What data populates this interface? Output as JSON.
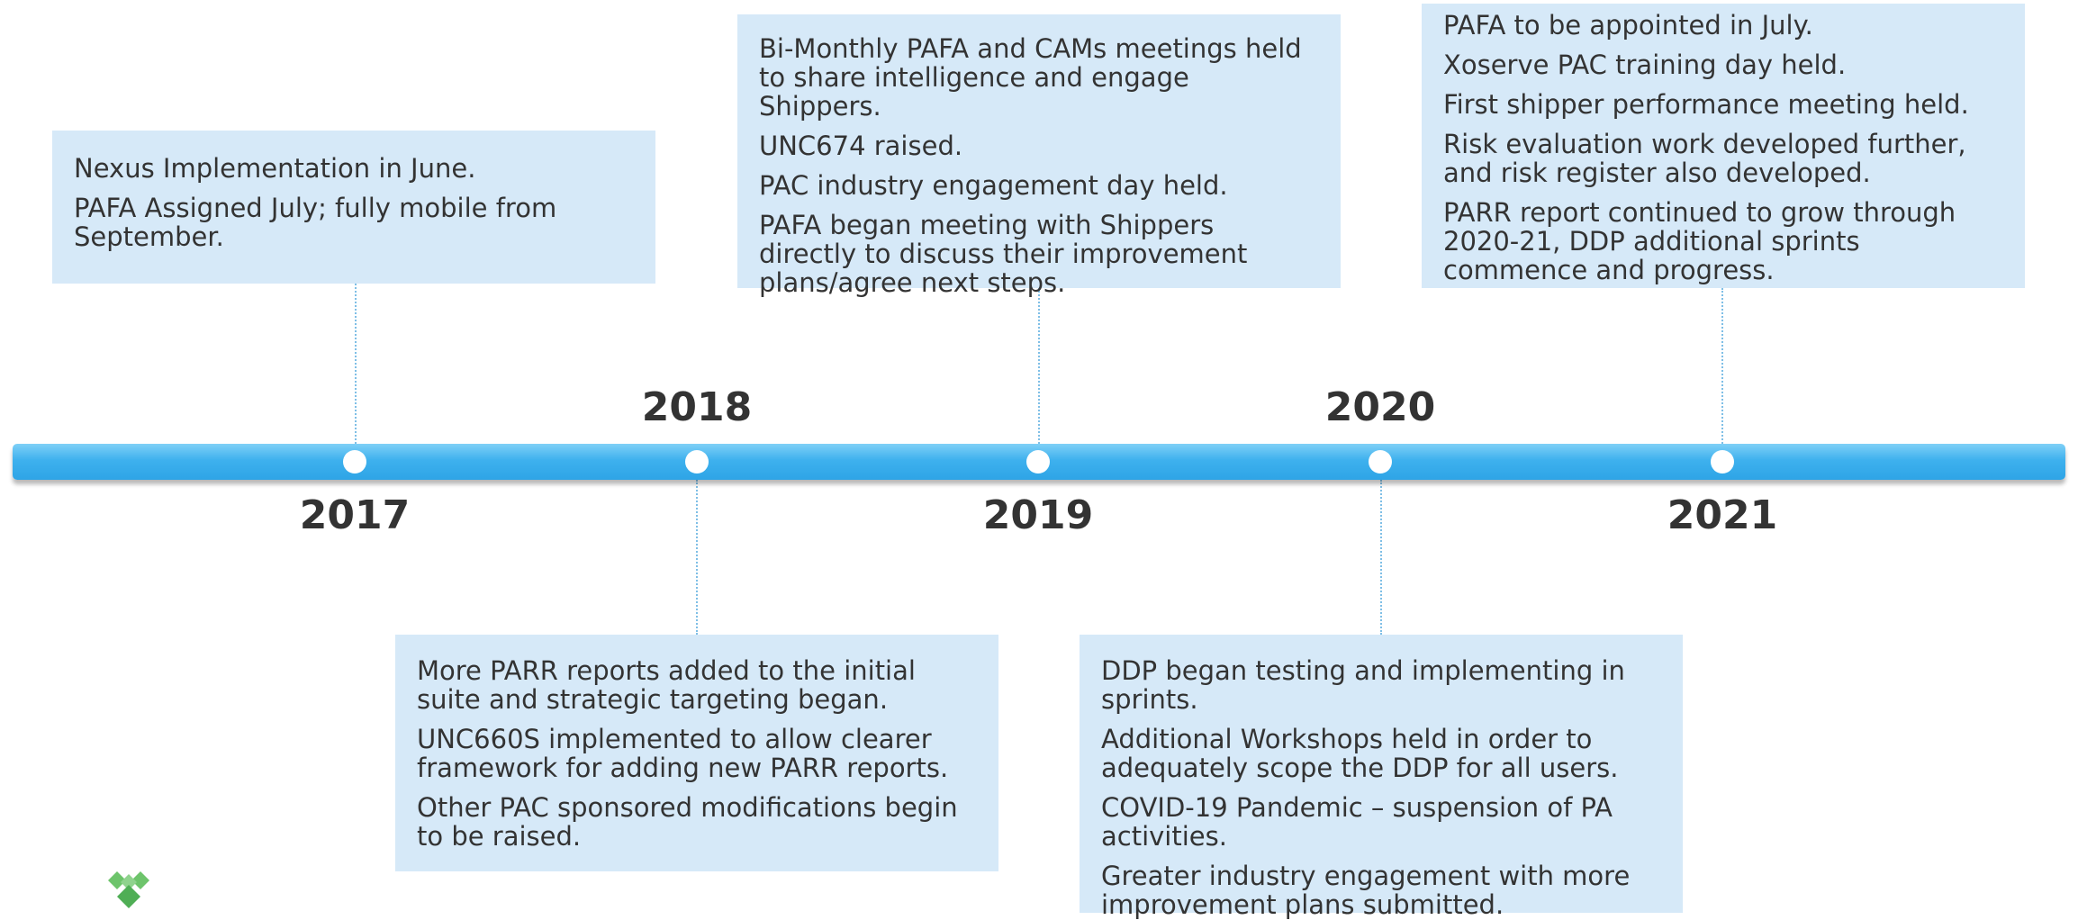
{
  "milestones": [
    {
      "year": "2017",
      "items": [
        "Nexus Implementation in June.",
        "PAFA Assigned July; fully mobile from September."
      ]
    },
    {
      "year": "2018",
      "items": [
        "More PARR reports added to the initial suite and strategic targeting began.",
        "UNC660S implemented to allow clearer framework for adding new PARR reports.",
        "Other PAC sponsored modifications begin to be raised."
      ]
    },
    {
      "year": "2019",
      "items": [
        "Bi-Monthly PAFA and CAMs meetings held to share intelligence and engage Shippers.",
        "UNC674 raised.",
        "PAC industry engagement day held.",
        "PAFA began meeting with Shippers directly to discuss their improvement plans/agree next steps."
      ]
    },
    {
      "year": "2020",
      "items": [
        "DDP began testing and implementing in sprints.",
        "Additional Workshops held in order to adequately scope the DDP for all users.",
        "COVID-19 Pandemic – suspension of PA activities.",
        "Greater industry engagement with more improvement plans submitted."
      ]
    },
    {
      "year": "2021",
      "items": [
        "PAFA to be appointed in July.",
        "Xoserve PAC training day held.",
        "First shipper performance meeting held.",
        "Risk evaluation work developed further, and risk register also developed.",
        "PARR report continued to grow through 2020-21, DDP additional sprints commence and progress."
      ]
    }
  ],
  "colors": {
    "box_fill": "#d6e9f8",
    "timeline_bar": "#3eb1ee",
    "text": "#333333",
    "logo_green": "#5cb85c"
  },
  "logo": {
    "icon": "green-diamond-logo-icon"
  }
}
